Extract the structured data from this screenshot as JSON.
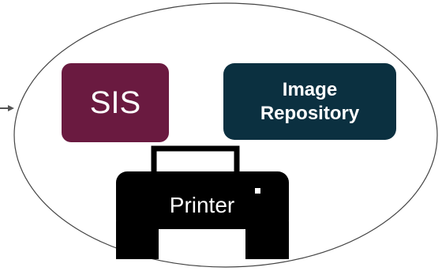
{
  "boundary": {
    "name": "system-boundary"
  },
  "sis": {
    "label": "SIS",
    "color": "#6a1a40"
  },
  "image_repository": {
    "label": "Image\nRepository",
    "color": "#0b3040"
  },
  "printer": {
    "label": "Printer",
    "color": "#000000",
    "icon": "printer-icon"
  },
  "connector": {
    "icon": "arrow-right-icon",
    "color": "#555555"
  }
}
